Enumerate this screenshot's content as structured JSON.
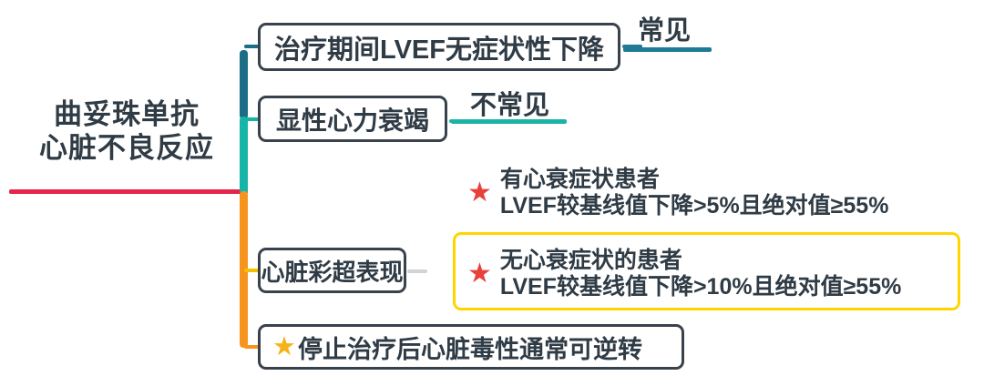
{
  "diagram": {
    "type": "mind-map",
    "root": {
      "lines": [
        "曲妥珠单抗",
        "心脏不良反应"
      ],
      "underline_color": "#e5264a"
    },
    "trunk": {
      "segment_top_color": "#1b6e86",
      "segment_mid_color": "#17b5a8",
      "segment_bottom_color": "#f7941e"
    },
    "branches": [
      {
        "id": "lvef-decline",
        "label": "治疗期间LVEF无症状性下降",
        "connector_color": "#1b6e86",
        "annotation": "常见",
        "annotation_rule_color": "#1f7a96"
      },
      {
        "id": "overt-heart-failure",
        "label": "显性心力衰竭",
        "connector_color": "#17b5a8",
        "annotation": "不常见",
        "annotation_rule_color": "#1bb3a5"
      },
      {
        "id": "echocardiogram",
        "label": "心脏彩超表现",
        "connector_color": "#f2c200",
        "details": [
          {
            "star_color": "#e8413c",
            "star_glyph": "★",
            "line1": "有心衰症状患者",
            "line2": "LVEF较基线值下降>5%且绝对值≥55%",
            "highlighted": false
          },
          {
            "star_color": "#e8413c",
            "star_glyph": "★",
            "line1": "无心衰症状的患者",
            "line2": "LVEF较基线值下降>10%且绝对值≥55%",
            "highlighted": true,
            "highlight_border_color": "#ffd500"
          }
        ]
      },
      {
        "id": "reversible",
        "label": "停止治疗后心脏毒性通常可逆转",
        "connector_color": "#f7941e",
        "star_glyph": "★",
        "star_color": "#f5b318"
      }
    ]
  }
}
